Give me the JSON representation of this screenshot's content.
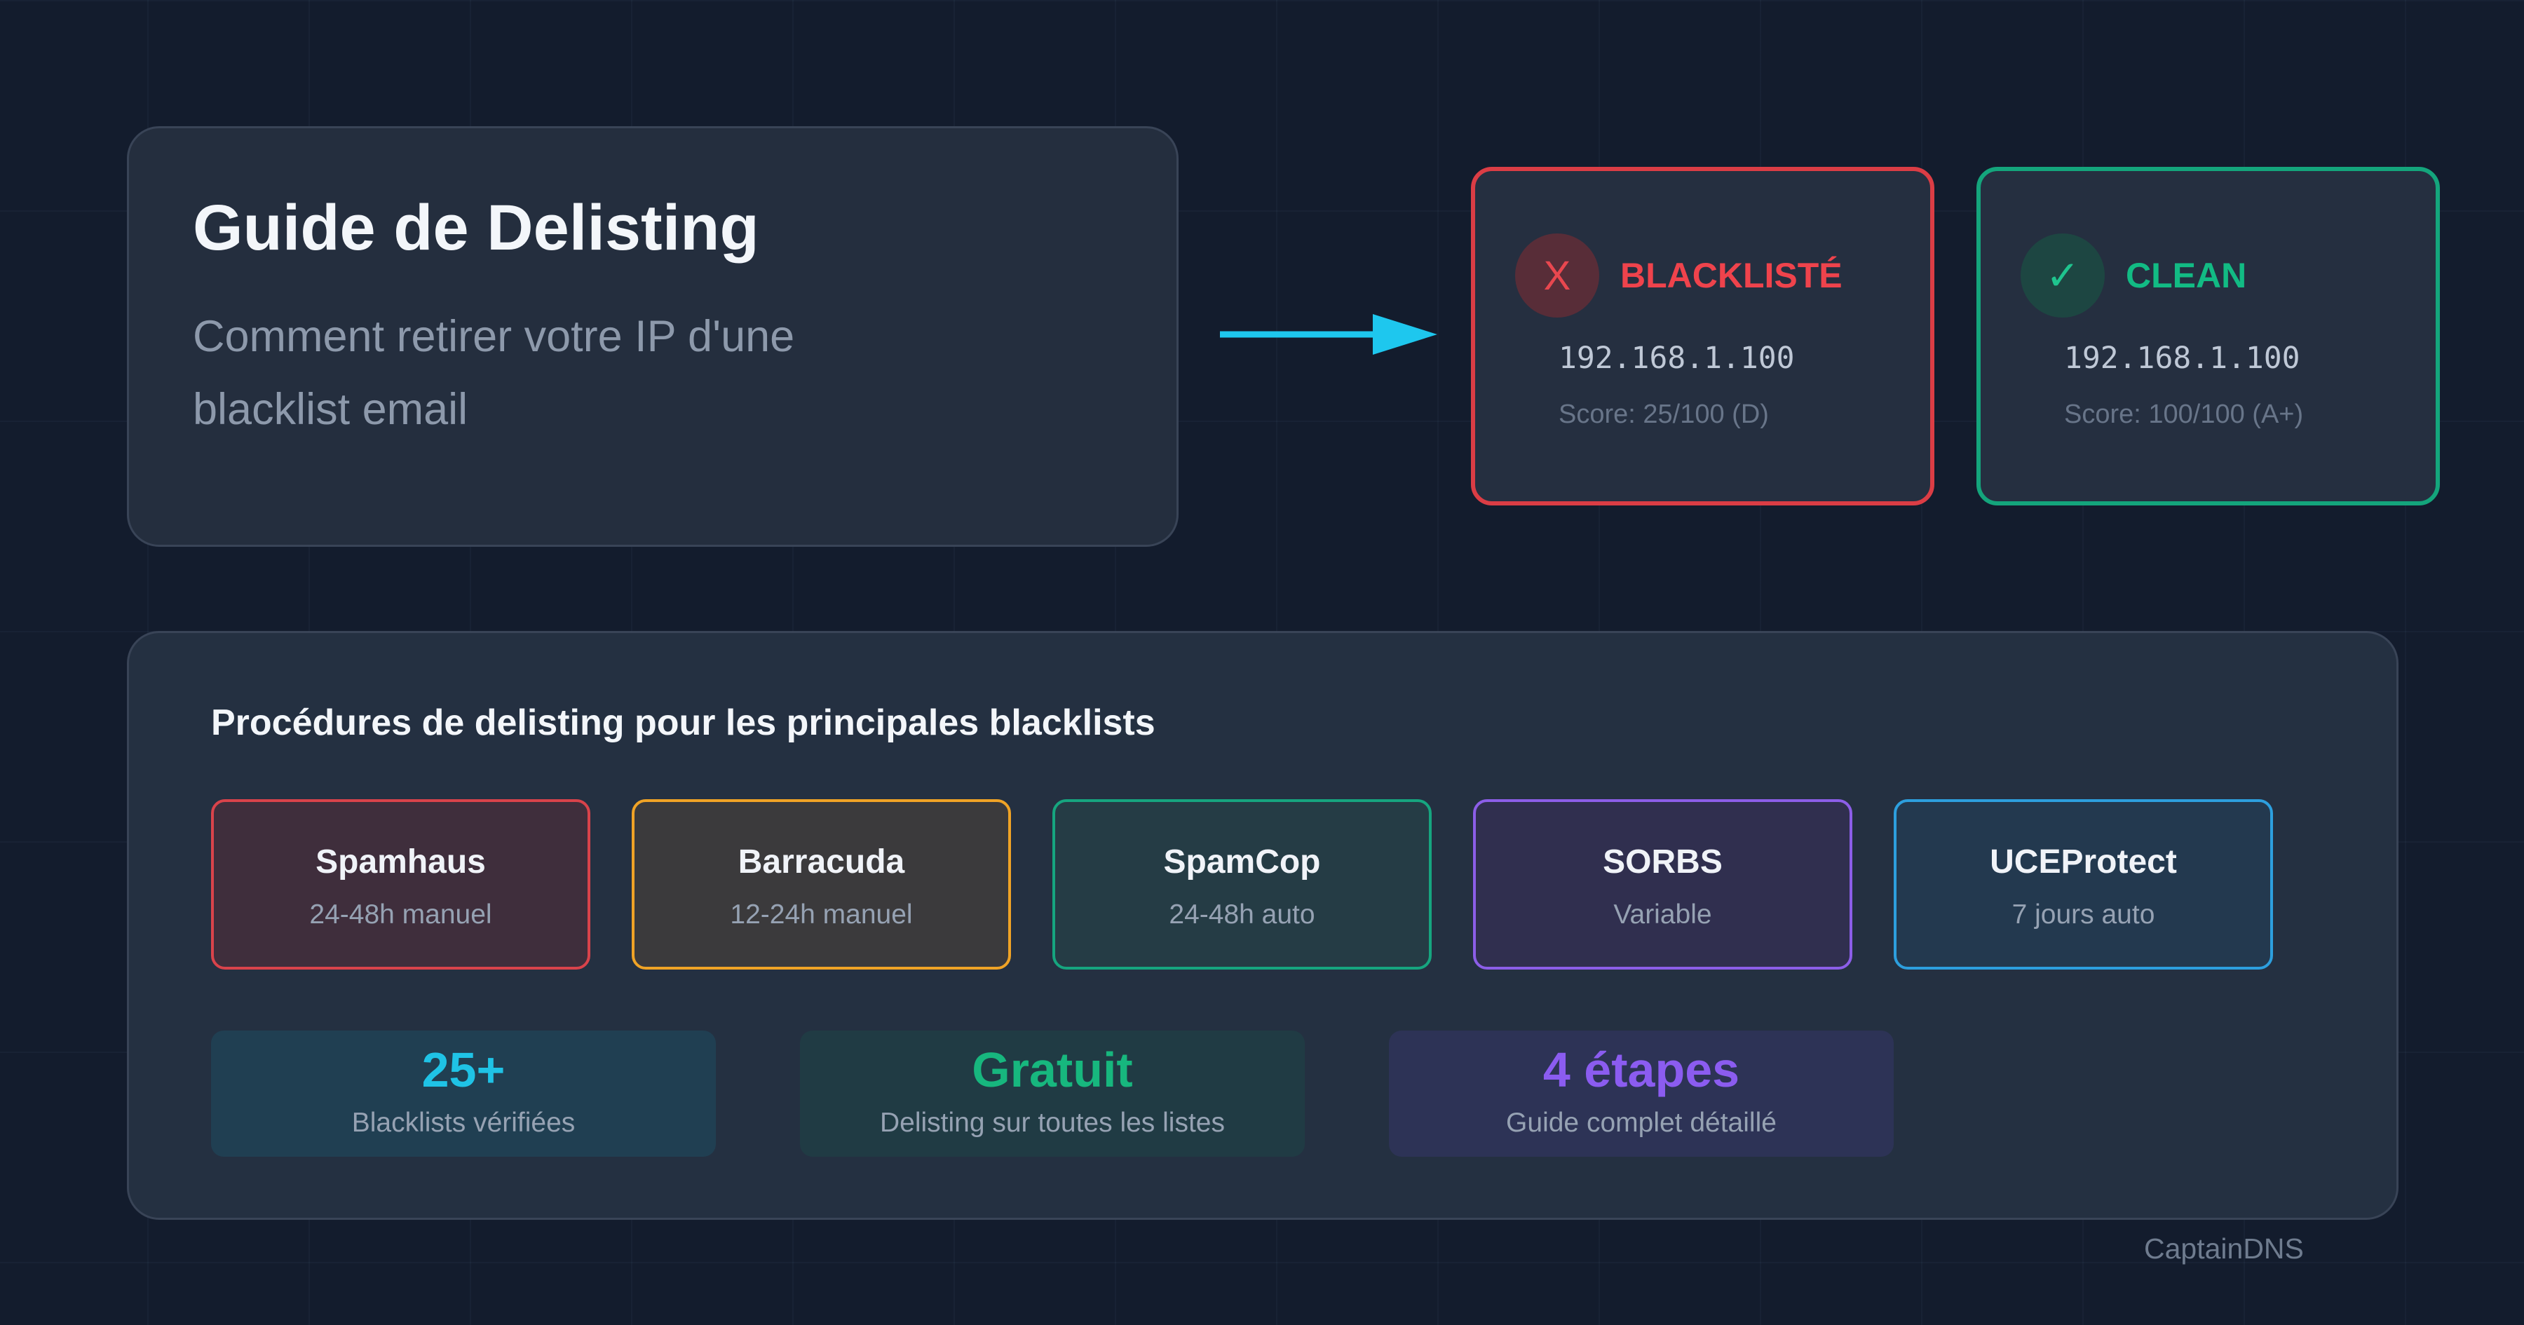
{
  "header": {
    "title": "Guide de Delisting",
    "subtitle": "Comment retirer votre IP d'une blacklist email"
  },
  "status_cards": [
    {
      "icon": "X",
      "icon_name": "x-icon",
      "label": "BLACKLISTÉ",
      "ip": "192.168.1.100",
      "score": "Score: 25/100 (D)",
      "color": "#db3d45"
    },
    {
      "icon": "✓",
      "icon_name": "check-icon",
      "label": "CLEAN",
      "ip": "192.168.1.100",
      "score": "Score: 100/100 (A+)",
      "color": "#14a57c"
    }
  ],
  "procedures": {
    "title": "Procédures de delisting pour les principales blacklists",
    "blacklists": [
      {
        "name": "Spamhaus",
        "time": "24-48h manuel",
        "color": "#d9434b"
      },
      {
        "name": "Barracuda",
        "time": "12-24h manuel",
        "color": "#f0a326"
      },
      {
        "name": "SpamCop",
        "time": "24-48h auto",
        "color": "#16a57f"
      },
      {
        "name": "SORBS",
        "time": "Variable",
        "color": "#8c5ee8"
      },
      {
        "name": "UCEProtect",
        "time": "7 jours auto",
        "color": "#2d9fde"
      }
    ],
    "stats": [
      {
        "value": "25+",
        "label": "Blacklists vérifiées",
        "color": "#1fc3e6"
      },
      {
        "value": "Gratuit",
        "label": "Delisting sur toutes les listes",
        "color": "#17b77e"
      },
      {
        "value": "4 étapes",
        "label": "Guide complet détaillé",
        "color": "#8b5cf0"
      }
    ]
  },
  "brand": "CaptainDNS",
  "colors": {
    "background": "#131c2d",
    "arrow": "#1ec7ee"
  }
}
